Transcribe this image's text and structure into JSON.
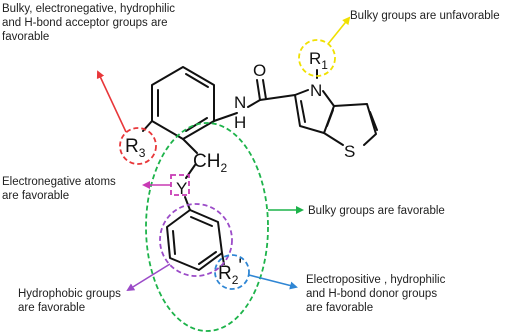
{
  "annotations": {
    "r3_note": [
      "Bulky,  electronegative, hydrophilic",
      "and H-bond acceptor groups are",
      "favorable"
    ],
    "r1_note": [
      "Bulky groups are unfavorable"
    ],
    "y_note": [
      "Electronegative atoms",
      "are favorable"
    ],
    "linker_note": [
      "Bulky groups are favorable"
    ],
    "aryl_note": [
      "Hydrophobic groups",
      "are favorable"
    ],
    "r2_note": [
      "Electropositive , hydrophilic",
      "and H-bond donor groups",
      "are favorable"
    ]
  },
  "atoms": {
    "o": "O",
    "n_ring": "N",
    "nh_n": "N",
    "nh_h": "H",
    "s": "S",
    "r1_main": "R",
    "r1_sub": "1",
    "r3_main": "R",
    "r3_sub": "3",
    "ch2_main": "CH",
    "ch2_sub": "2",
    "y": "Y",
    "r2_main": "R",
    "r2_sub": "2",
    "r2_prime": "'"
  },
  "colors": {
    "red": "#e8373a",
    "yellow": "#f0e000",
    "magenta": "#c83ab4",
    "green": "#1db34a",
    "purple": "#9b4bc8",
    "blue": "#2f86d4"
  }
}
